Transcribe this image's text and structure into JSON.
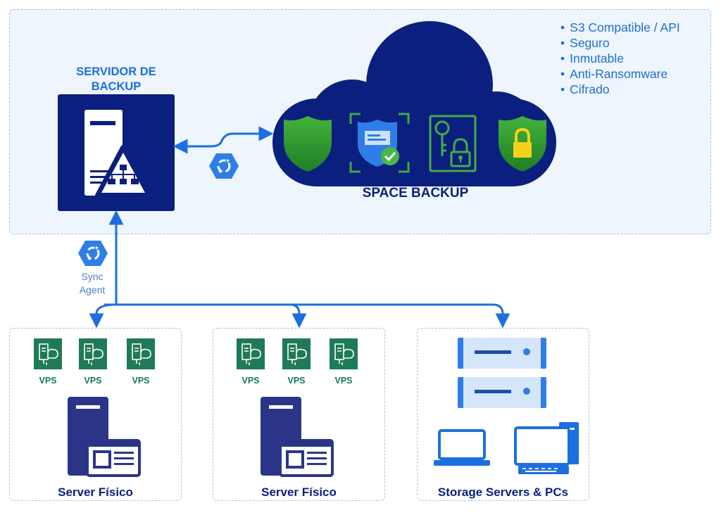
{
  "backup_server": {
    "title_line1": "SERVIDOR DE",
    "title_line2": "BACKUP"
  },
  "cloud": {
    "title": "SPACE BACKUP"
  },
  "features": [
    "S3 Compatible / API",
    "Seguro",
    "Inmutable",
    "Anti-Ransomware",
    "Cifrado"
  ],
  "sync_agent": {
    "line1": "Sync",
    "line2": "Agent"
  },
  "targets": [
    {
      "title": "Server Físico",
      "vps": [
        "VPS",
        "VPS",
        "VPS"
      ]
    },
    {
      "title": "Server Físico",
      "vps": [
        "VPS",
        "VPS",
        "VPS"
      ]
    },
    {
      "title": "Storage Servers & PCs"
    }
  ],
  "colors": {
    "navy": "#0b1f7e",
    "blue": "#1c6fe0",
    "green_badge": "#1f7a58",
    "panel_bg": "#eef5fc",
    "panel_border": "#9cc7ec"
  }
}
